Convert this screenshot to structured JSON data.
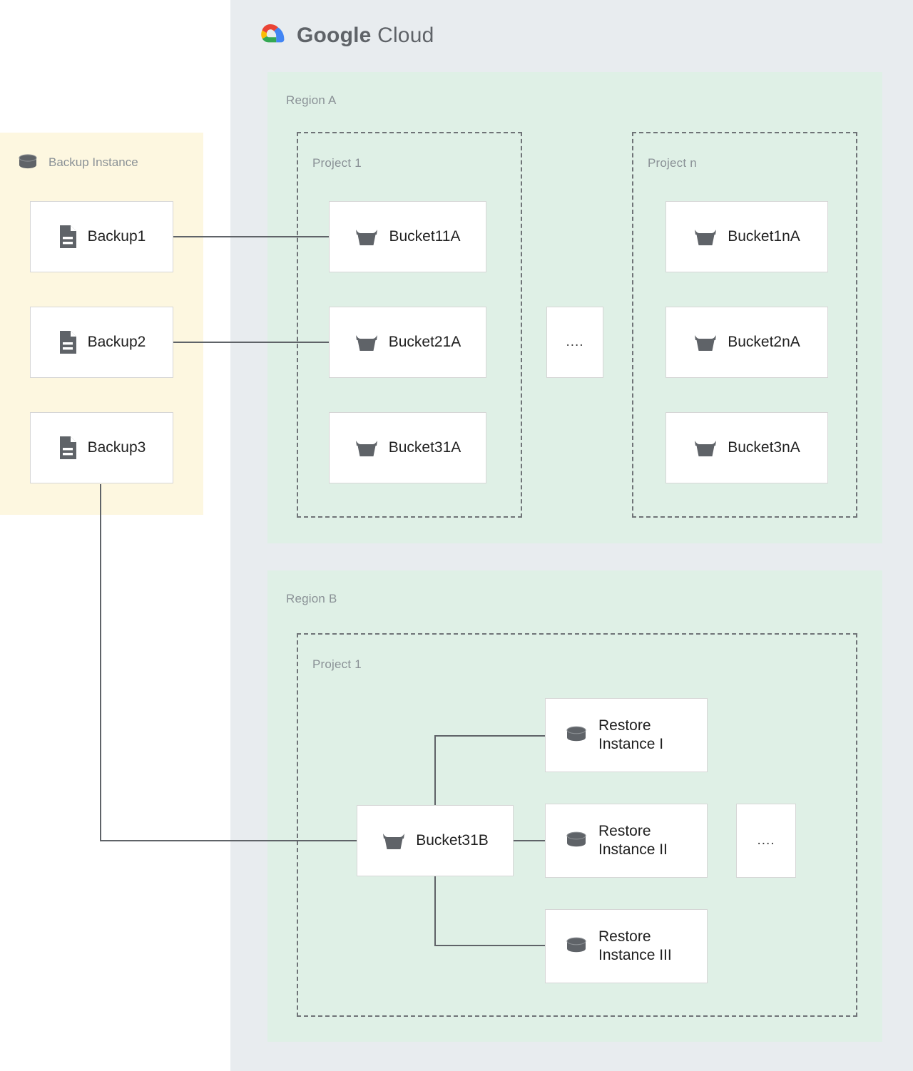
{
  "header": {
    "brand_primary": "Google",
    "brand_secondary": "Cloud",
    "logo_icon": "google-cloud-logo-icon",
    "logo_colors": {
      "red": "#EA4335",
      "yellow": "#FBBC04",
      "green": "#34A853",
      "blue": "#4285F4"
    }
  },
  "colors": {
    "gcloud_panel": "#E8ECEF",
    "backup_panel": "#FDF7E0",
    "region_panel": "#DFF0E6",
    "node_card": "#FFFFFF",
    "node_border": "#D6D6D6",
    "dashed_border": "#6F7377",
    "connector": "#5F6368",
    "label_text": "#8A9196",
    "node_text": "#1F1F1F",
    "icon_fill": "#5F6368"
  },
  "backup_panel": {
    "title": "Backup Instance",
    "title_icon": "database-cylinder-icon",
    "items": [
      {
        "label": "Backup1",
        "icon": "document-icon"
      },
      {
        "label": "Backup2",
        "icon": "document-icon"
      },
      {
        "label": "Backup3",
        "icon": "document-icon"
      }
    ]
  },
  "regions": [
    {
      "label": "Region A",
      "projects": [
        {
          "label": "Project 1",
          "buckets": [
            {
              "label": "Bucket11A",
              "icon": "storage-bucket-icon"
            },
            {
              "label": "Bucket21A",
              "icon": "storage-bucket-icon"
            },
            {
              "label": "Bucket31A",
              "icon": "storage-bucket-icon"
            }
          ]
        },
        {
          "label": "Project n",
          "buckets": [
            {
              "label": "Bucket1nA",
              "icon": "storage-bucket-icon"
            },
            {
              "label": "Bucket2nA",
              "icon": "storage-bucket-icon"
            },
            {
              "label": "Bucket3nA",
              "icon": "storage-bucket-icon"
            }
          ]
        }
      ],
      "ellipsis": "...."
    },
    {
      "label": "Region B",
      "projects": [
        {
          "label": "Project 1",
          "buckets": [
            {
              "label": "Bucket31B",
              "icon": "storage-bucket-icon"
            }
          ],
          "restore_instances": [
            {
              "label": "Restore\nInstance I",
              "icon": "database-cylinder-icon"
            },
            {
              "label": "Restore\nInstance II",
              "icon": "database-cylinder-icon"
            },
            {
              "label": "Restore\nInstance III",
              "icon": "database-cylinder-icon"
            }
          ]
        }
      ],
      "ellipsis": "...."
    }
  ],
  "connections": [
    {
      "from": "Backup1",
      "to": "Bucket11A"
    },
    {
      "from": "Backup2",
      "to": "Bucket21A"
    },
    {
      "from": "Backup3",
      "to": "Bucket31B"
    },
    {
      "from": "Bucket31B",
      "to": "Restore Instance I"
    },
    {
      "from": "Bucket31B",
      "to": "Restore Instance II"
    },
    {
      "from": "Bucket31B",
      "to": "Restore Instance III"
    }
  ]
}
